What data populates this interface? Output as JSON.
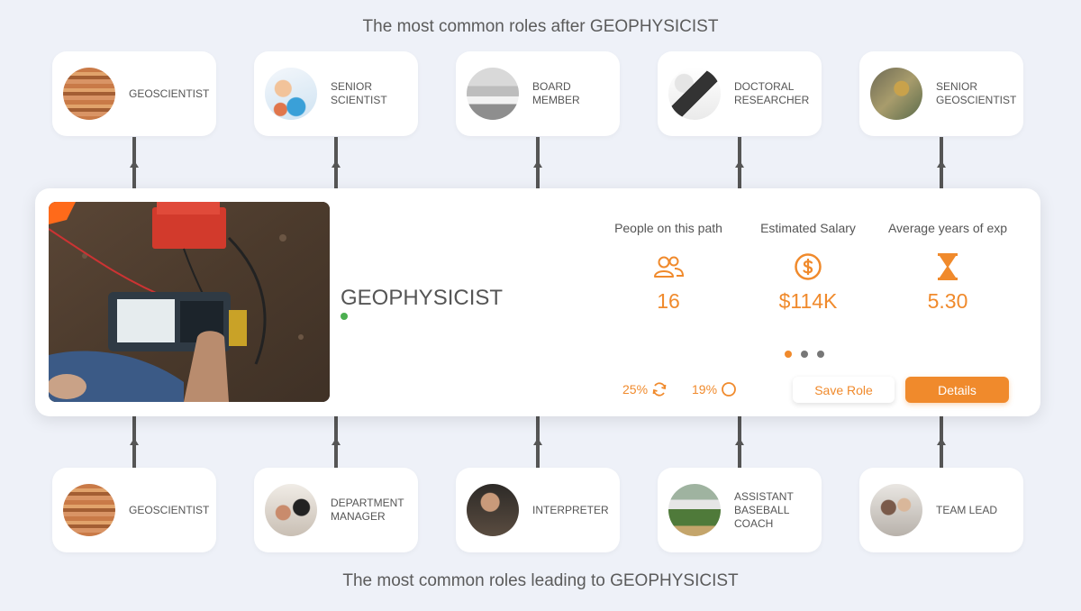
{
  "headings": {
    "top": "The most common roles after GEOPHYSICIST",
    "bottom": "The most common roles leading to GEOPHYSICIST"
  },
  "roles_after": [
    {
      "label": "GEOSCIENTIST",
      "image": "rock-strata-photo"
    },
    {
      "label": "SENIOR SCIENTIST",
      "image": "lab-scientist-photo"
    },
    {
      "label": "BOARD MEMBER",
      "image": "boardroom-photo"
    },
    {
      "label": "DOCTORAL RESEARCHER",
      "image": "laptop-desk-photo"
    },
    {
      "label": "SENIOR GEOSCIENTIST",
      "image": "field-geology-photo"
    }
  ],
  "roles_before": [
    {
      "label": "GEOSCIENTIST",
      "image": "rock-strata-photo"
    },
    {
      "label": "DEPARTMENT MANAGER",
      "image": "office-people-photo"
    },
    {
      "label": "INTERPRETER",
      "image": "person-portrait-photo"
    },
    {
      "label": "ASSISTANT BASEBALL COACH",
      "image": "baseball-field-photo"
    },
    {
      "label": "TEAM LEAD",
      "image": "team-meeting-photo"
    }
  ],
  "main": {
    "title": "GEOPHYSICIST",
    "image": "geophysics-field-equipment-photo",
    "stats": [
      {
        "label": "People on this path",
        "value": "16",
        "icon": "people-icon"
      },
      {
        "label": "Estimated Salary",
        "value": "$114K",
        "icon": "dollar-icon"
      },
      {
        "label": "Average years of exp",
        "value": "5.30",
        "icon": "hourglass-icon"
      }
    ],
    "pager": {
      "count": 3,
      "active": 1
    },
    "percent_1": "25%",
    "percent_2": "19%",
    "save_label": "Save Role",
    "details_label": "Details"
  },
  "colors": {
    "accent": "#f08a2c",
    "status": "#4caf50",
    "background": "#eef1f8"
  }
}
